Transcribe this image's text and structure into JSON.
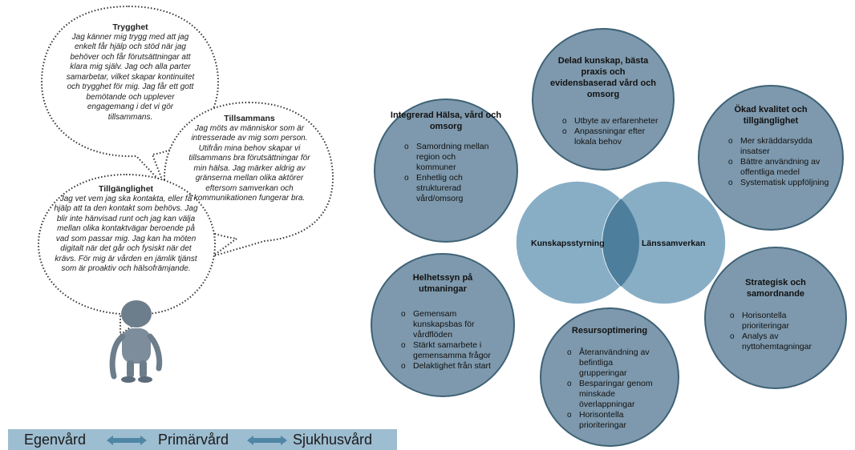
{
  "speech_bubbles": [
    {
      "id": "trygghet",
      "title": "Trygghet",
      "text": "Jag känner mig trygg med att jag enkelt får hjälp och stöd när jag behöver och får förutsättningar att klara mig själv. Jag och alla parter samarbetar, vilket skapar kontinuitet och trygghet för mig. Jag får ett gott bemötande och upplever engagemang i det vi gör tillsammans."
    },
    {
      "id": "tillsammans",
      "title": "Tillsammans",
      "text": "Jag möts av människor som är intresserade av mig som person. Utifrån mina behov skapar vi tillsammans bra förutsättningar för min hälsa. Jag märker aldrig av gränserna mellan olika aktörer eftersom samverkan och kommunikationen fungerar bra."
    },
    {
      "id": "tillganglighet",
      "title": "Tillgänglighet",
      "text": "Jag vet vem jag ska kontakta, eller få hjälp att ta den kontakt som behövs. Jag blir inte hänvisad runt och jag kan välja mellan olika kontaktvägar beroende på vad som passar mig. Jag kan ha möten digitalt när det går och fysiskt när det krävs. För mig är vården en jämlik tjänst som är proaktiv och hälsofrämjande."
    }
  ],
  "bottom_bar": {
    "left": "Egenvård",
    "middle": "Primärvård",
    "right": "Sjukhusvård"
  },
  "venn": {
    "left": "Kunskapsstyrning",
    "right": "Länssamverkan"
  },
  "circles": [
    {
      "title": "Integrerad Hälsa, vård och omsorg",
      "items": [
        "Samordning mellan region och kommuner",
        "Enhetlig och strukturerad vård/omsorg"
      ]
    },
    {
      "title": "Delad kunskap, bästa praxis och evidensbaserad vård och omsorg",
      "items": [
        "Utbyte av erfarenheter",
        "Anpassningar efter lokala behov"
      ]
    },
    {
      "title": "Ökad kvalitet och tillgänglighet",
      "items": [
        "Mer skräddarsydda insatser",
        "Bättre användning av offentliga medel",
        "Systematisk uppföljning"
      ]
    },
    {
      "title": "Helhetssyn på utmaningar",
      "items": [
        "Gemensam kunskapsbas för vårdflöden",
        "Stärkt samarbete i gemensamma frågor",
        "Delaktighet från start"
      ]
    },
    {
      "title": "Strategisk och samordnande",
      "items": [
        "Horisontella prioriteringar",
        "Analys av nyttohemtagningar"
      ]
    },
    {
      "title": "Resursoptimering",
      "items": [
        "Återanvändning av befintliga grupperingar",
        "Besparingar genom minskade överlappningar",
        "Horisontella prioriteringar"
      ]
    }
  ],
  "colors": {
    "circle_fill": "#7e99ad",
    "circle_border": "#3f6276",
    "venn_fill": "#88aec6",
    "venn_overlap": "#4d7f9c",
    "bar_fill": "#9dbdd0",
    "arrow": "#4f86a6",
    "figure": "#6a7b8a"
  }
}
